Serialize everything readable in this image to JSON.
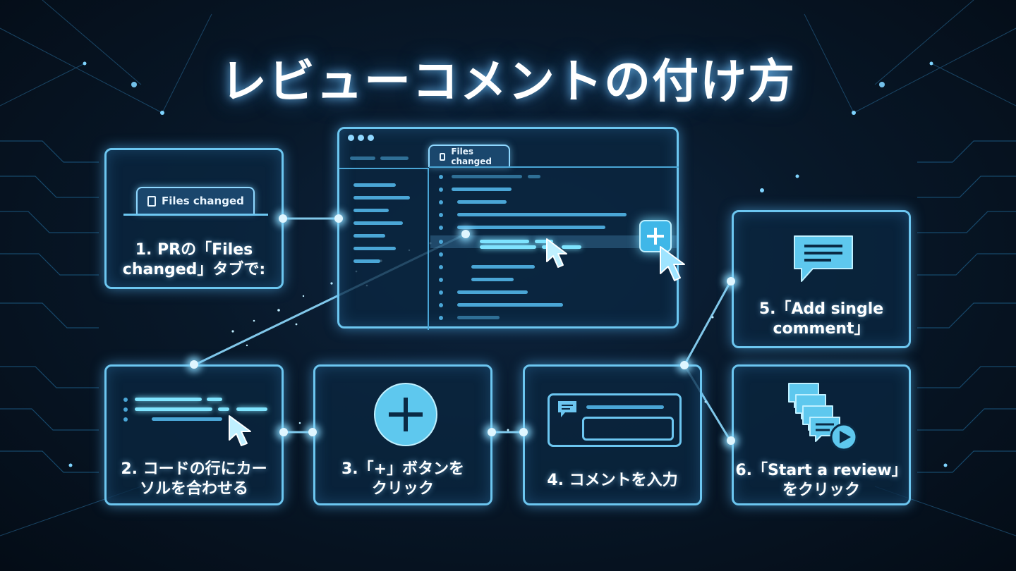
{
  "title": "レビューコメントの付け方",
  "mock_window": {
    "tab_label": "Files changed"
  },
  "steps": [
    {
      "label": "1. PRの「Files\nchanged」タブで:",
      "tab_label": "Files changed",
      "icon": "files-changed-tab-icon"
    },
    {
      "label": "2. コードの行にカー\nソルを合わせる",
      "icon": "code-cursor-icon"
    },
    {
      "label": "3.「+」ボタンを\nクリック",
      "icon": "plus-circle-icon"
    },
    {
      "label": "4. コメントを入力",
      "icon": "comment-input-icon"
    },
    {
      "label": "5.「Add single\ncomment」",
      "icon": "speech-bubble-icon"
    },
    {
      "label": "6.「Start a review」\nをクリック",
      "icon": "review-stack-icon"
    }
  ],
  "colors": {
    "accent": "#6cc6f0",
    "glow": "#7fe4ff",
    "background": "#081829"
  }
}
